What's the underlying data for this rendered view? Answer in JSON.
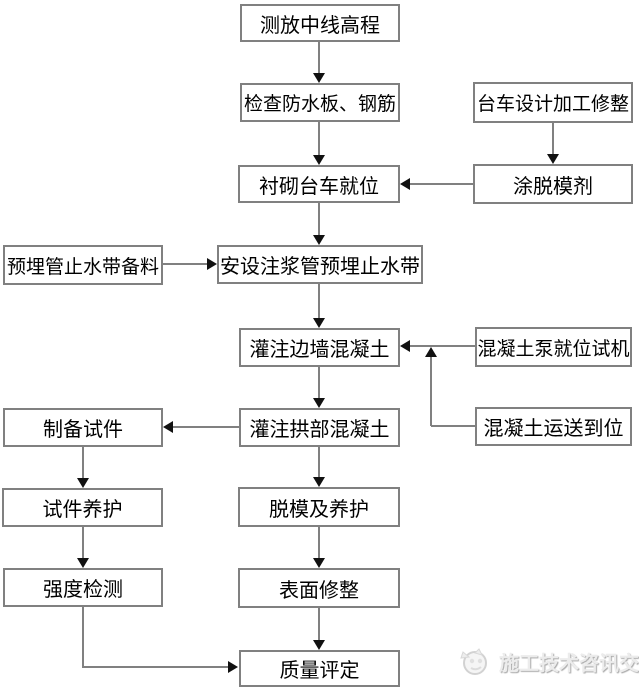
{
  "diagram": {
    "title_hint": "tunnel lining concrete construction flowchart",
    "colors": {
      "background": "#ffffff",
      "box_border": "#808080",
      "connector_line": "#808080",
      "arrowhead": "#111111",
      "text": "#000000",
      "watermark_text": "#ececec"
    },
    "nodes": [
      {
        "id": "survey-centerline",
        "label": "测放中线高程"
      },
      {
        "id": "check-waterproof-rebar",
        "label": "检查防水板、钢筋"
      },
      {
        "id": "trolley-design",
        "label": "台车设计加工修整"
      },
      {
        "id": "lining-trolley-position",
        "label": "衬砌台车就位"
      },
      {
        "id": "release-agent",
        "label": "涂脱模剂"
      },
      {
        "id": "embedded-pipe-material",
        "label": "预埋管止水带备料"
      },
      {
        "id": "install-grouting-pipe",
        "label": "安设注浆管预埋止水带"
      },
      {
        "id": "pour-sidewall-concrete",
        "label": "灌注边墙混凝土"
      },
      {
        "id": "concrete-pump-test",
        "label": "混凝土泵就位试机"
      },
      {
        "id": "pour-arch-concrete",
        "label": "灌注拱部混凝土"
      },
      {
        "id": "concrete-delivery",
        "label": "混凝土运送到位"
      },
      {
        "id": "prepare-specimen",
        "label": "制备试件"
      },
      {
        "id": "specimen-curing",
        "label": "试件养护"
      },
      {
        "id": "demould-curing",
        "label": "脱模及养护"
      },
      {
        "id": "strength-test",
        "label": "强度检测"
      },
      {
        "id": "surface-finishing",
        "label": "表面修整"
      },
      {
        "id": "quality-assessment",
        "label": "质量评定"
      }
    ],
    "edges": [
      "survey-centerline -> check-waterproof-rebar",
      "check-waterproof-rebar -> lining-trolley-position",
      "trolley-design -> release-agent",
      "release-agent -> lining-trolley-position",
      "lining-trolley-position -> install-grouting-pipe",
      "embedded-pipe-material -> install-grouting-pipe",
      "install-grouting-pipe -> pour-sidewall-concrete",
      "concrete-pump-test -> pour-sidewall-concrete",
      "concrete-delivery -> (joins pump arrow)",
      "pour-sidewall-concrete -> pour-arch-concrete",
      "pour-arch-concrete -> prepare-specimen",
      "pour-arch-concrete -> demould-curing",
      "prepare-specimen -> specimen-curing",
      "specimen-curing -> strength-test",
      "strength-test -> quality-assessment",
      "demould-curing -> surface-finishing",
      "surface-finishing -> quality-assessment"
    ],
    "watermark": {
      "text": "施工技术咨讯交流",
      "logo": "mascot-logo"
    }
  }
}
